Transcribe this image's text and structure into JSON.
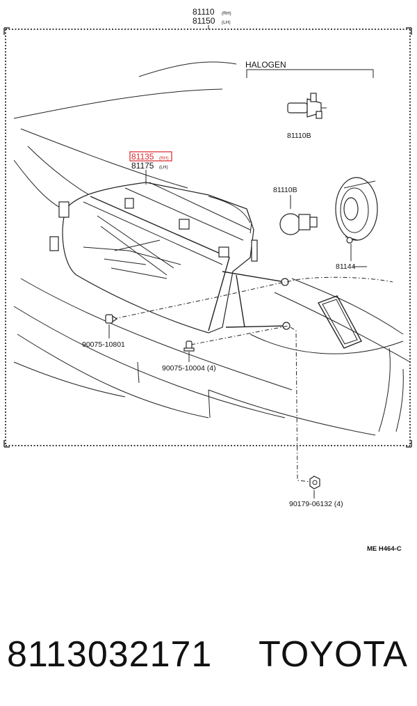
{
  "diagram": {
    "assembly_rh": "81110",
    "assembly_rh_sfx": "(RH)",
    "assembly_lh": "81150",
    "assembly_lh_sfx": "(LH)",
    "halogen_label": "HALOGEN",
    "bulb_top": "81110B",
    "bulb_mid": "81110B",
    "unit_rh": "81135",
    "unit_rh_sfx": "(RH)",
    "unit_lh": "81175",
    "unit_lh_sfx": "(LH)",
    "socket_cover": "81144",
    "clip_1": "90075-10801",
    "clip_2": "90075-10004 (4)",
    "nut": "90179-06132 (4)",
    "ref_code": "ME H464-C",
    "highlight_color": "#d9262c"
  },
  "footer": {
    "part_number": "8113032171",
    "brand": "TOYOTA"
  }
}
